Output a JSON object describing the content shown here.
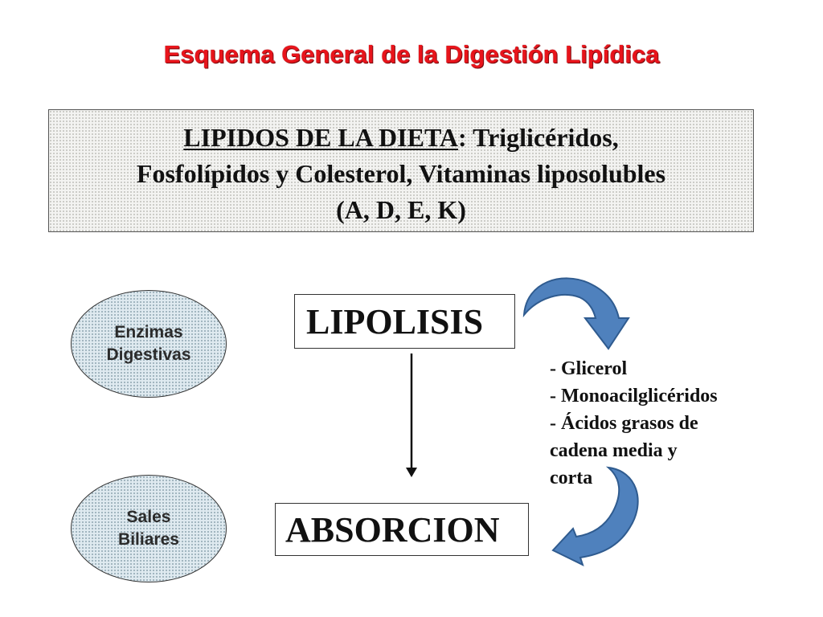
{
  "title": "Esquema General de la Digestión Lipídica",
  "dieta": {
    "heading": "LIPIDOS DE LA DIETA",
    "line1_rest": ": Triglicéridos,",
    "line2": "Fosfolípidos y Colesterol, Vitaminas liposolubles",
    "line3": "(A, D, E, K)"
  },
  "enzimas": {
    "line1": "Enzimas",
    "line2": "Digestivas"
  },
  "sales": {
    "line1": "Sales",
    "line2": "Biliares"
  },
  "lipolisis": "LIPOLISIS",
  "absorcion": "ABSORCION",
  "productos": [
    "- Glicerol",
    "- Monoacilglicéridos",
    "- Ácidos grasos de",
    "cadena media y",
    "corta"
  ],
  "colors": {
    "title": "#e8141b",
    "arrow_fill": "#4f81bd",
    "arrow_stroke": "#2f5b8f",
    "ellipse_fill": "#dfeaf0"
  }
}
